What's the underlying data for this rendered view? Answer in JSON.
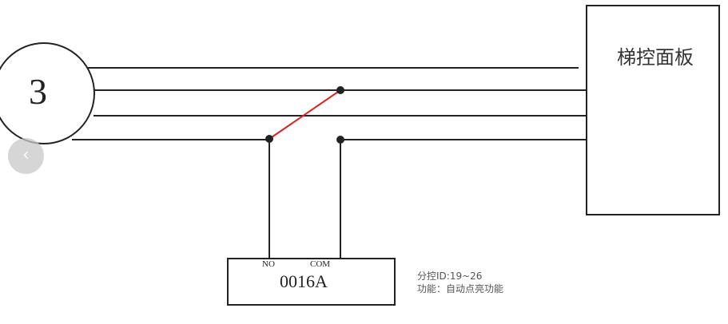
{
  "diagram": {
    "node_number": "3",
    "panel_label": "梯控面板",
    "module": {
      "pin_no": "NO",
      "pin_com": "COM",
      "model": "0016A"
    },
    "notes": [
      "分控ID:19~26",
      "功能：自动点亮功能"
    ],
    "colors": {
      "wire": "#222222",
      "jumper": "#e02020"
    }
  },
  "nav": {
    "prev_icon": "chevron-left-icon",
    "prev_glyph": "‹"
  }
}
